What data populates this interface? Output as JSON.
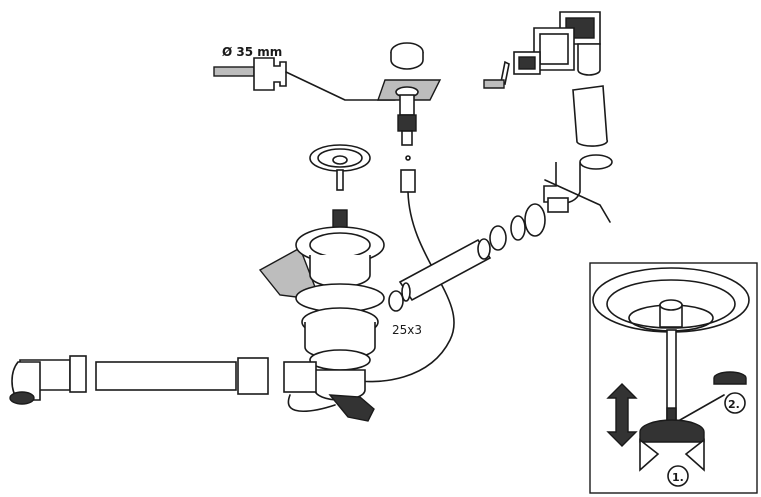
{
  "labels": {
    "diameter": "Ø 35 mm",
    "seal_size": "25x3",
    "step_1": "1.",
    "step_2": "2."
  }
}
